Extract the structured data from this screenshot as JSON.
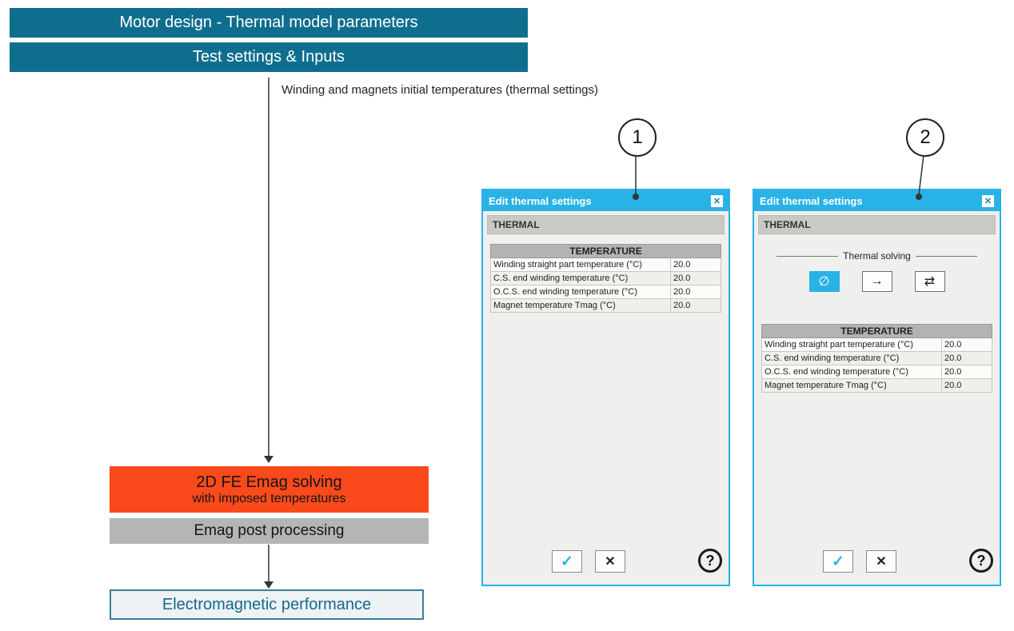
{
  "banners": {
    "title1": "Motor design - Thermal model parameters",
    "title2": "Test settings & Inputs"
  },
  "flowchart": {
    "arrow_label": "Winding and magnets initial temperatures (thermal settings)",
    "emag_line1": "2D FE Emag solving",
    "emag_line2": "with imposed temperatures",
    "post_box": "Emag post processing",
    "result_box": "Electromagnetic performance"
  },
  "callouts": {
    "one": "1",
    "two": "2"
  },
  "dialog1": {
    "title": "Edit thermal settings",
    "close": "✕",
    "section_header": "THERMAL",
    "table": {
      "header": "TEMPERATURE",
      "rows": [
        {
          "label": "Winding straight part temperature (°C)",
          "value": "20.0"
        },
        {
          "label": "C.S. end winding temperature (°C)",
          "value": "20.0"
        },
        {
          "label": "O.C.S. end winding temperature (°C)",
          "value": "20.0"
        },
        {
          "label": "Magnet temperature Tmag (°C)",
          "value": "20.0"
        }
      ]
    },
    "footer": {
      "ok": "✓",
      "cancel": "✕",
      "help": "?"
    }
  },
  "dialog2": {
    "title": "Edit thermal settings",
    "close": "✕",
    "section_header": "THERMAL",
    "thermal_solving": {
      "label": "Thermal solving",
      "options": [
        {
          "glyph": "∅",
          "selected": true
        },
        {
          "glyph": "→",
          "selected": false
        },
        {
          "glyph": "⇄",
          "selected": false
        }
      ]
    },
    "table": {
      "header": "TEMPERATURE",
      "rows": [
        {
          "label": "Winding straight part temperature (°C)",
          "value": "20.0"
        },
        {
          "label": "C.S. end winding temperature (°C)",
          "value": "20.0"
        },
        {
          "label": "O.C.S. end winding temperature (°C)",
          "value": "20.0"
        },
        {
          "label": "Magnet temperature Tmag (°C)",
          "value": "20.0"
        }
      ]
    },
    "footer": {
      "ok": "✓",
      "cancel": "✕",
      "help": "?"
    }
  },
  "colors": {
    "banner_bg": "#0f6e8d",
    "dialog_accent": "#29b2e6",
    "emag_box_bg": "#fa4a1c",
    "post_box_bg": "#b5b5b5",
    "result_border": "#37809b",
    "result_text": "#16698a"
  }
}
